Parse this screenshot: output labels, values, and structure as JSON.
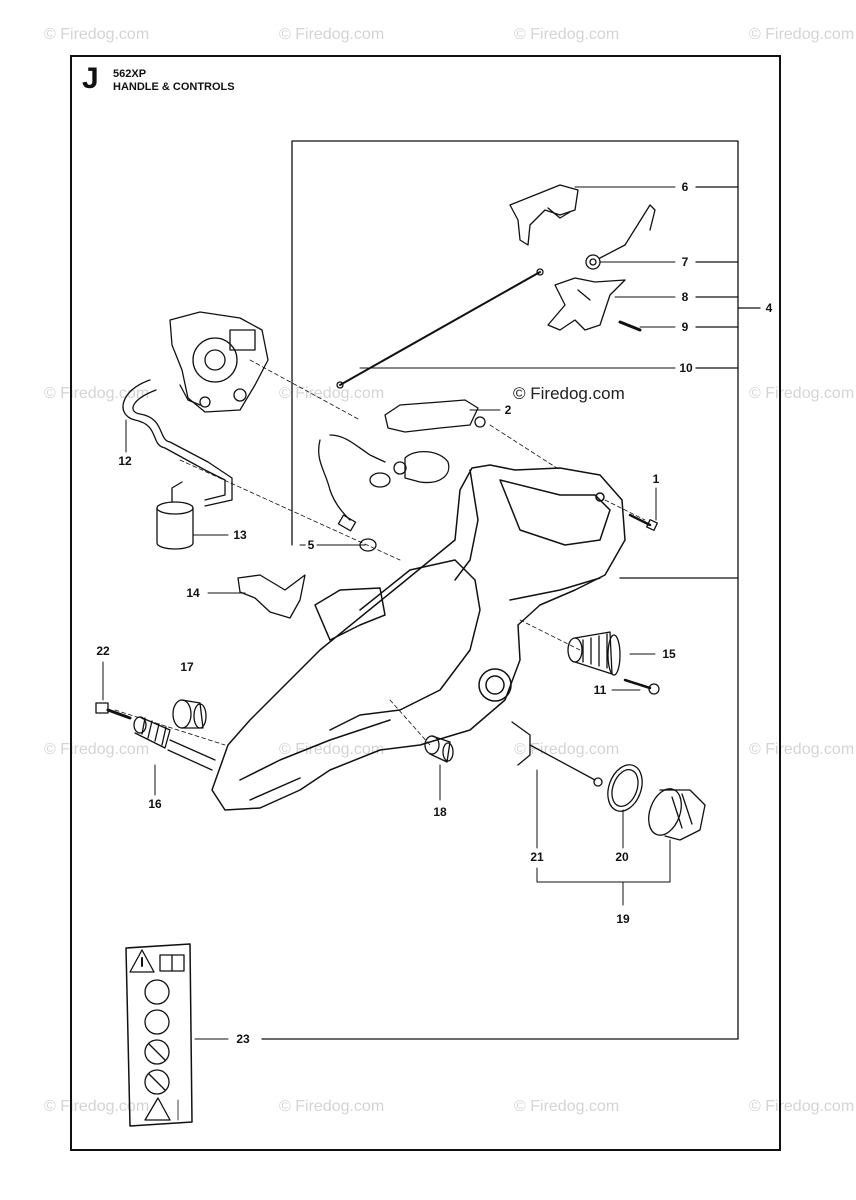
{
  "watermark": "© Firedog.com",
  "header": {
    "section_letter": "J",
    "model": "562XP",
    "title": "HANDLE & CONTROLS"
  },
  "copyright": "© Firedog.com",
  "callouts": [
    "1",
    "2",
    "4",
    "5",
    "6",
    "7",
    "8",
    "9",
    "10",
    "11",
    "12",
    "13",
    "14",
    "15",
    "16",
    "17",
    "18",
    "19",
    "20",
    "21",
    "22",
    "23"
  ]
}
